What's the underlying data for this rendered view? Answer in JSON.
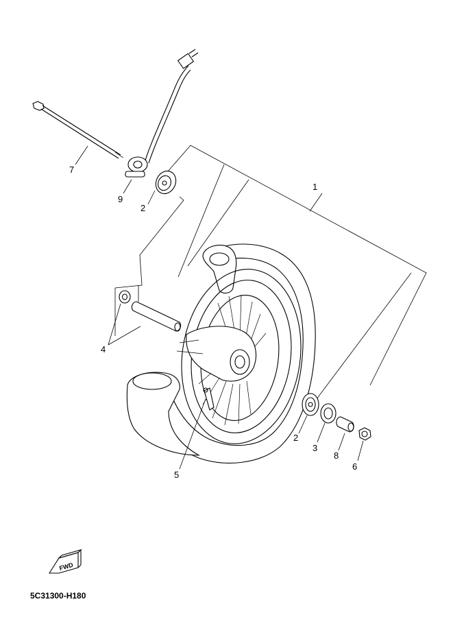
{
  "callouts": {
    "c1": "1",
    "c2a": "2",
    "c2b": "2",
    "c3": "3",
    "c4": "4",
    "c5": "5",
    "c6": "6",
    "c7": "7",
    "c8": "8",
    "c9": "9"
  },
  "fwd_label": "FWD",
  "diagram_code": "5C31300-H180",
  "icons": {
    "fwd": "fwd-arrow-icon"
  }
}
